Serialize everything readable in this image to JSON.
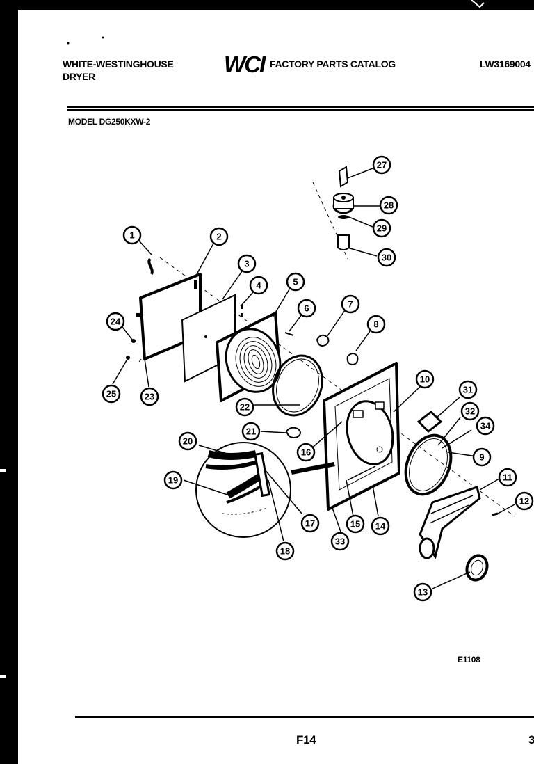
{
  "header": {
    "brand_line1": "WHITE-WESTINGHOUSE",
    "brand_line2": "DRYER",
    "logo": "WCI",
    "catalog_title": "FACTORY PARTS CATALOG",
    "catalog_number": "LW3169004"
  },
  "model": "MODEL DG250KXW-2",
  "diagram_code": "E1108",
  "footer": {
    "page_code": "F14",
    "page_number": "3"
  },
  "callouts": [
    "1",
    "2",
    "3",
    "4",
    "5",
    "6",
    "7",
    "8",
    "9",
    "10",
    "11",
    "12",
    "13",
    "14",
    "15",
    "16",
    "17",
    "18",
    "19",
    "20",
    "21",
    "22",
    "23",
    "24",
    "25",
    "27",
    "28",
    "29",
    "30",
    "31",
    "32",
    "33",
    "34"
  ]
}
